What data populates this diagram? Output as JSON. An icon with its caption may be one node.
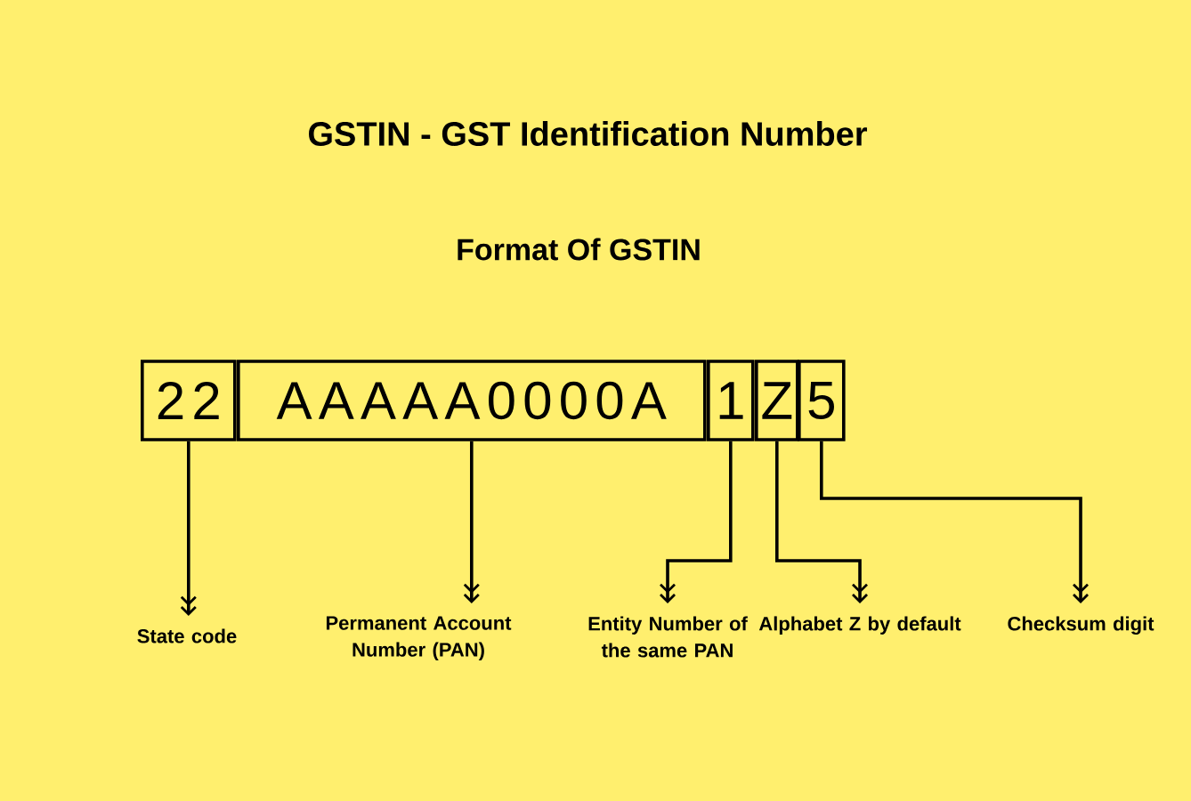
{
  "diagram": {
    "title": "GSTIN - GST Identification Number",
    "caption": "Format Of GSTIN",
    "nodes": [
      {
        "text": [
          "22"
        ]
      },
      {
        "text": [
          "AAAAA0000A"
        ]
      },
      {
        "text": [
          "1"
        ]
      },
      {
        "text": [
          "Z"
        ]
      },
      {
        "text": [
          "5"
        ]
      },
      {
        "text": [
          "State code"
        ]
      },
      {
        "text": [
          "Permanent Account Number (PAN)"
        ]
      },
      {
        "text": [
          "Entity Number of the same PAN"
        ]
      },
      {
        "text": [
          "Alphabet Z by default"
        ]
      },
      {
        "text": [
          "Checksum digit"
        ]
      }
    ],
    "edges": [
      {
        "from": 0,
        "to": 5,
        "arrow": "to"
      },
      {
        "from": 1,
        "to": 6,
        "arrow": "to"
      },
      {
        "from": 2,
        "to": 7,
        "arrow": "to"
      },
      {
        "from": 3,
        "to": 8,
        "arrow": "to"
      },
      {
        "from": 4,
        "to": 9,
        "arrow": "to"
      }
    ]
  }
}
